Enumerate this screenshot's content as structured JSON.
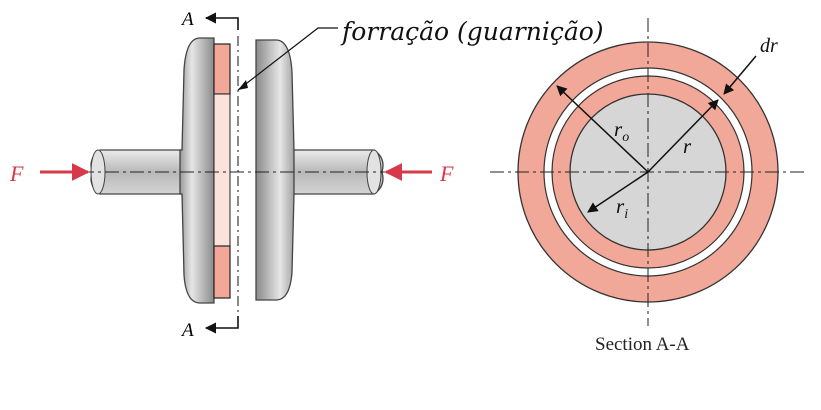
{
  "labels": {
    "section_top": "A",
    "section_bottom": "A",
    "force_left": "F",
    "force_right": "F",
    "handwritten_note": "forração (guarnição)",
    "dr": "dr",
    "r_outer": "r",
    "r_outer_sub": "o",
    "r_mid": "r",
    "r_inner": "r",
    "r_inner_sub": "i",
    "caption": "Section A-A"
  },
  "colors": {
    "lining": "#f2a898",
    "lining_edge": "#c06050",
    "hub": "#cfcfcf",
    "hub_edge": "#4a4a4a",
    "force": "#d8394a",
    "line": "#111111"
  }
}
